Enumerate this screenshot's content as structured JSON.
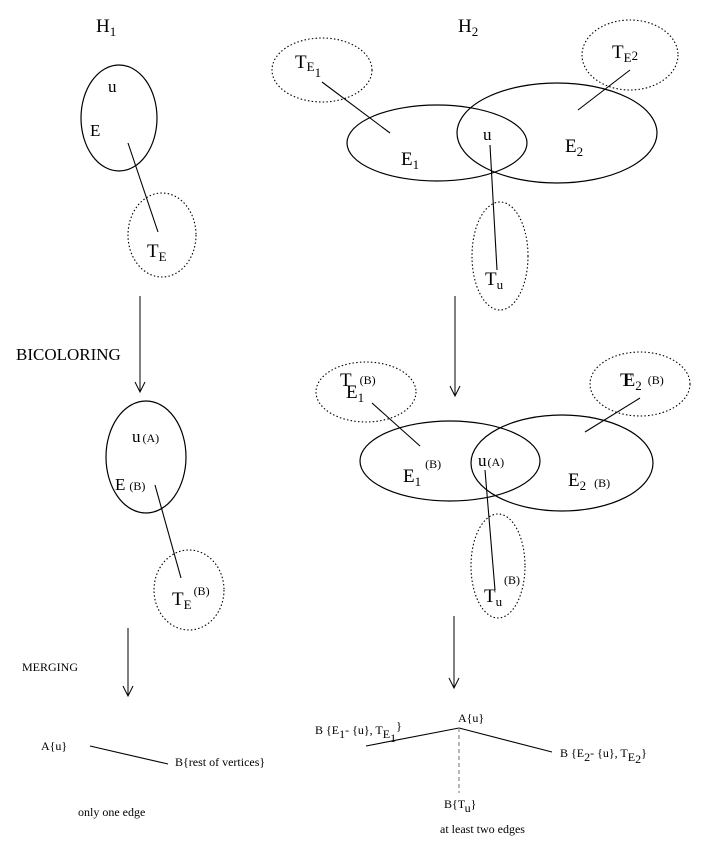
{
  "h1": {
    "title": "H",
    "title_sub": "1",
    "u": "u",
    "e": "E",
    "te": "T",
    "te_sub": "E",
    "bicoloring": "BICOLORING",
    "u_a": "u",
    "u_a_tag": "(A)",
    "e_b": "E",
    "e_b_tag": "(B)",
    "te_b": "T",
    "te_b_sub": "E",
    "te_b_tag": "(B)",
    "merging": "MERGING",
    "au_left": "A{u}",
    "b_rest": "B{rest of vertices}",
    "caption": "only one edge"
  },
  "h2": {
    "title": "H",
    "title_sub": "2",
    "te1": "T",
    "te1_sub": "E",
    "te1_subsub": "1",
    "te2": "T",
    "te2_sub": "E",
    "te2_subsub": "2",
    "e1": "E",
    "e1_sub": "1",
    "u": "u",
    "e2": "E",
    "e2_sub": "2",
    "tu": "T",
    "tu_sub": "u",
    "te1_b_t": "T",
    "te1_b_e": "E",
    "te1_b_sub": "1",
    "te1_b_tag": "(B)",
    "te2_b_t": "T",
    "te2_b_e": "E",
    "te2_b_sub": "2",
    "te2_b_tag": "(B)",
    "e1_b": "E",
    "e1_b_sub": "1",
    "e1_b_tag": "(B)",
    "u_a": "u",
    "u_a_tag": "(A)",
    "e2_b": "E",
    "e2_b_sub": "2",
    "e2_b_tag": "(B)",
    "tu_b": "T",
    "tu_b_sub": "u",
    "tu_b_tag": "(B)",
    "au_top": "A{u}",
    "b_left_pre": "B {E",
    "b_left_sub": "1",
    "b_left_mid": "- {u}, T",
    "b_left_tsub": "E",
    "b_left_tsubsub": "1",
    "b_left_close": "}",
    "b_right_pre": "B {E",
    "b_right_sub": "2",
    "b_right_mid": "- {u}, T",
    "b_right_tsub": "E",
    "b_right_tsubsub": "2",
    "b_right_close": "}",
    "b_tu_pre": "B{T",
    "b_tu_sub": "u",
    "b_tu_close": "}",
    "caption": "at least two edges"
  }
}
